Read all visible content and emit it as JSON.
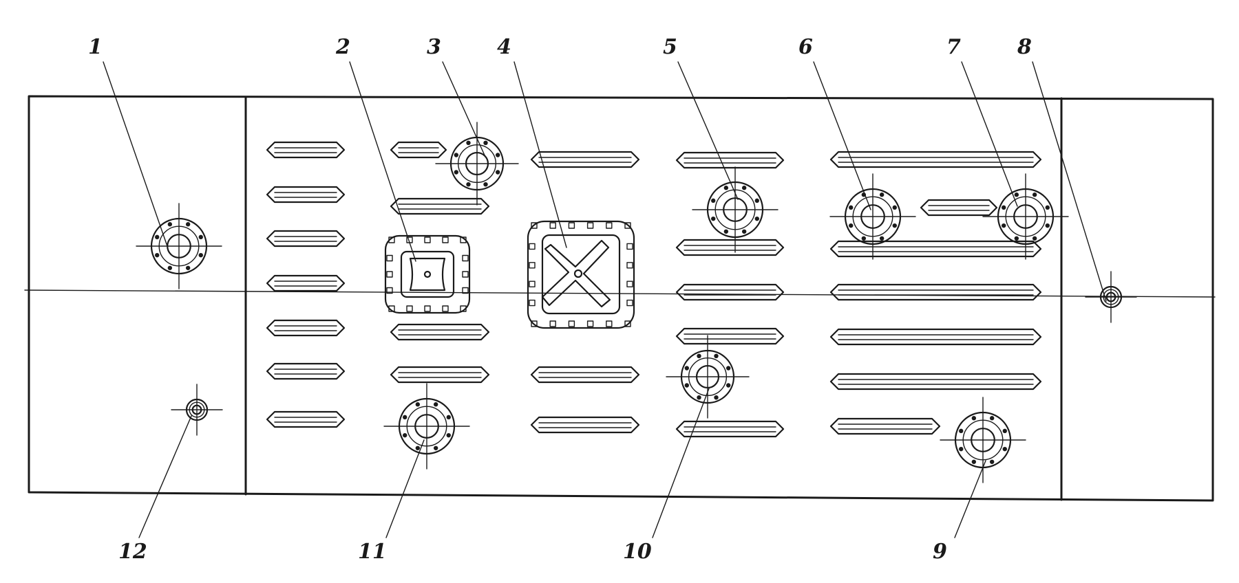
{
  "labels": [
    "1",
    "2",
    "3",
    "4",
    "5",
    "6",
    "7",
    "8",
    "9",
    "10",
    "11",
    "12"
  ],
  "colors": {
    "ink": "#1a1a1a",
    "background": "#ffffff"
  }
}
